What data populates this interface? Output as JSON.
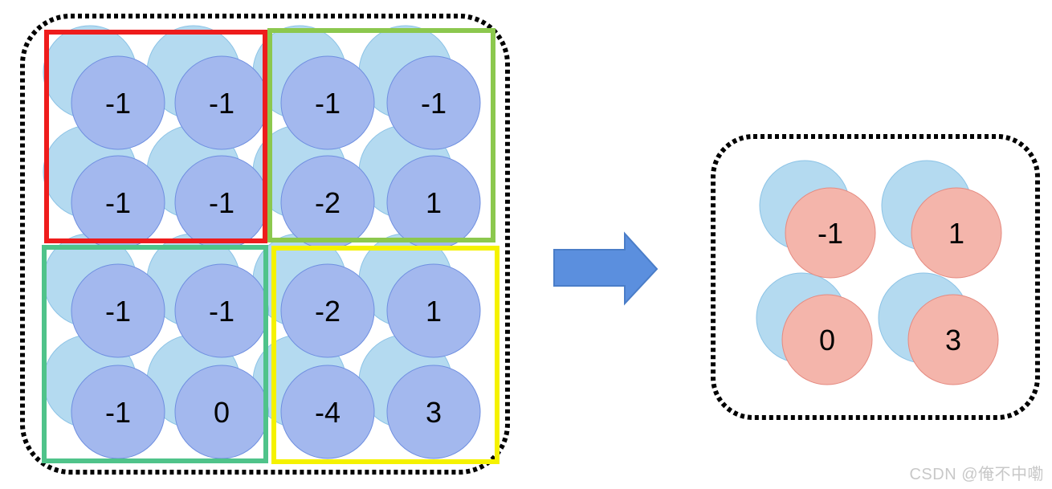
{
  "colors": {
    "background": "#ffffff",
    "back_circle": "#b4daf0",
    "back_circle_stroke": "#8cc3e6",
    "front_circle_input": "#a3b8ee",
    "front_circle_input_stroke": "#6f8fe0",
    "front_circle_output": "#f4b5ab",
    "front_circle_output_stroke": "#e58a80",
    "dotted_border": "#000000",
    "arrow": "#5b8fde",
    "arrow_stroke": "#4a7dc8",
    "pool_regions": [
      "#ee1c1c",
      "#8cc84e",
      "#4fc38a",
      "#f5f200"
    ]
  },
  "icons": {
    "arrow": "right-arrow-icon"
  },
  "input_grid": {
    "values": [
      [
        "-1",
        "-1",
        "-1",
        "-1"
      ],
      [
        "-1",
        "-1",
        "-2",
        "1"
      ],
      [
        "-1",
        "-1",
        "-2",
        "1"
      ],
      [
        "-1",
        "0",
        "-4",
        "3"
      ]
    ]
  },
  "output_grid": {
    "values": [
      [
        "-1",
        "1"
      ],
      [
        "0",
        "3"
      ]
    ]
  },
  "watermark": "CSDN @俺不中嘞"
}
